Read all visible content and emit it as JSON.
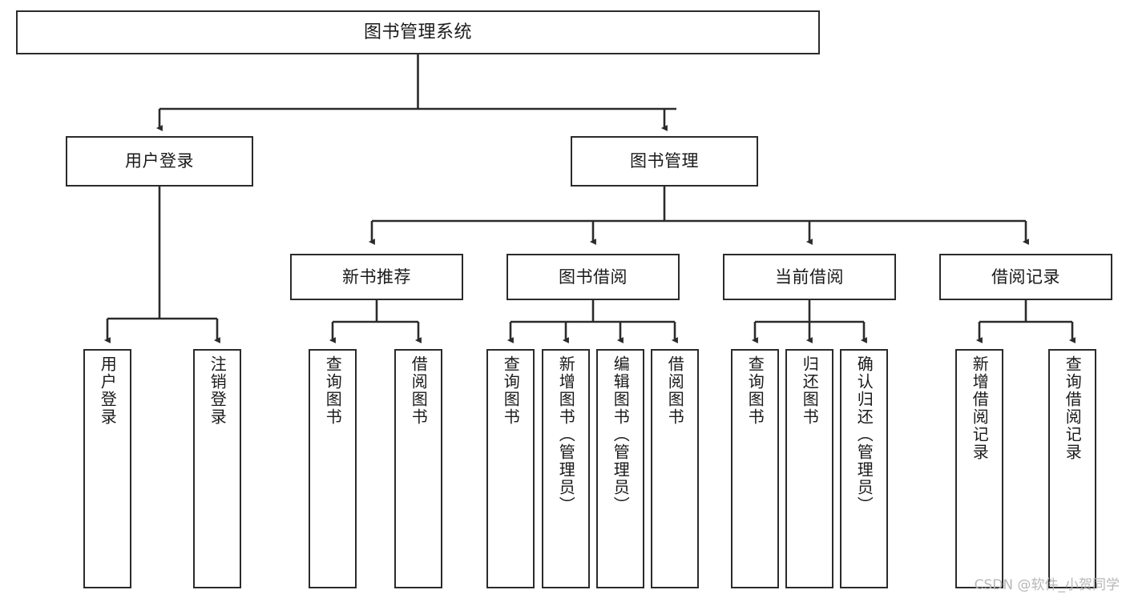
{
  "diagram": {
    "title": "图书管理系统",
    "type": "tree",
    "watermark": "CSDN @软件_小贺同学",
    "colors": {
      "box_border": "#2b2b2b",
      "box_fill": "#ffffff",
      "connector": "#2b2b2b",
      "text": "#1a1a1a",
      "watermark": "#b7b7b7",
      "background": "#ffffff"
    },
    "nodes": {
      "root": {
        "label": "图书管理系统"
      },
      "level1": [
        {
          "label": "用户登录"
        },
        {
          "label": "图书管理"
        }
      ],
      "level2": [
        {
          "label": "新书推荐"
        },
        {
          "label": "图书借阅"
        },
        {
          "label": "当前借阅"
        },
        {
          "label": "借阅记录"
        }
      ],
      "leaves": {
        "user_login": [
          {
            "label": "用户登录"
          },
          {
            "label": "注销登录"
          }
        ],
        "new_book_recommend": [
          {
            "label": "查询图书"
          },
          {
            "label": "借阅图书"
          }
        ],
        "book_borrow": [
          {
            "label": "查询图书"
          },
          {
            "label": "新增图书（管理员）"
          },
          {
            "label": "编辑图书（管理员）"
          },
          {
            "label": "借阅图书"
          }
        ],
        "current_borrow": [
          {
            "label": "查询图书"
          },
          {
            "label": "归还图书"
          },
          {
            "label": "确认归还（管理员）"
          }
        ],
        "borrow_record": [
          {
            "label": "新增借阅记录"
          },
          {
            "label": "查询借阅记录"
          }
        ]
      }
    }
  }
}
